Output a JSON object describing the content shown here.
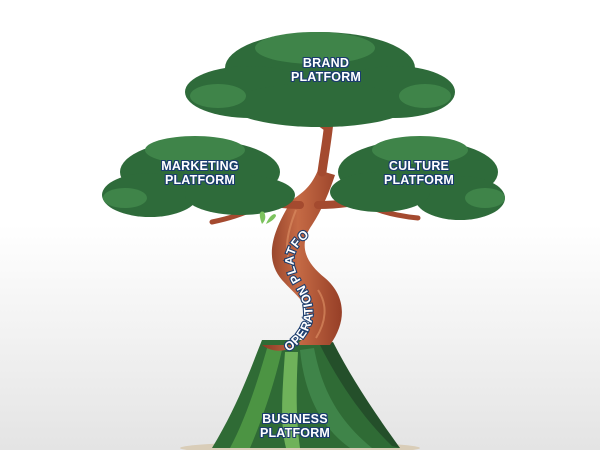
{
  "tree": {
    "brand": {
      "line1": "BRAND",
      "line2": "PLATFORM"
    },
    "marketing": {
      "line1": "MARKETING",
      "line2": "PLATFORM"
    },
    "culture": {
      "line1": "CULTURE",
      "line2": "PLATFORM"
    },
    "operation": {
      "label": "OPERATION PLATFORM"
    },
    "business": {
      "line1": "BUSINESS",
      "line2": "PLATFORM"
    }
  },
  "colors": {
    "foliage": "#2e6b3a",
    "foliage_light": "#3f8449",
    "trunk": "#a44a2f",
    "trunk_light": "#c56a45",
    "roots": "#2f6b35",
    "label_stroke": "#1b3d6e"
  }
}
